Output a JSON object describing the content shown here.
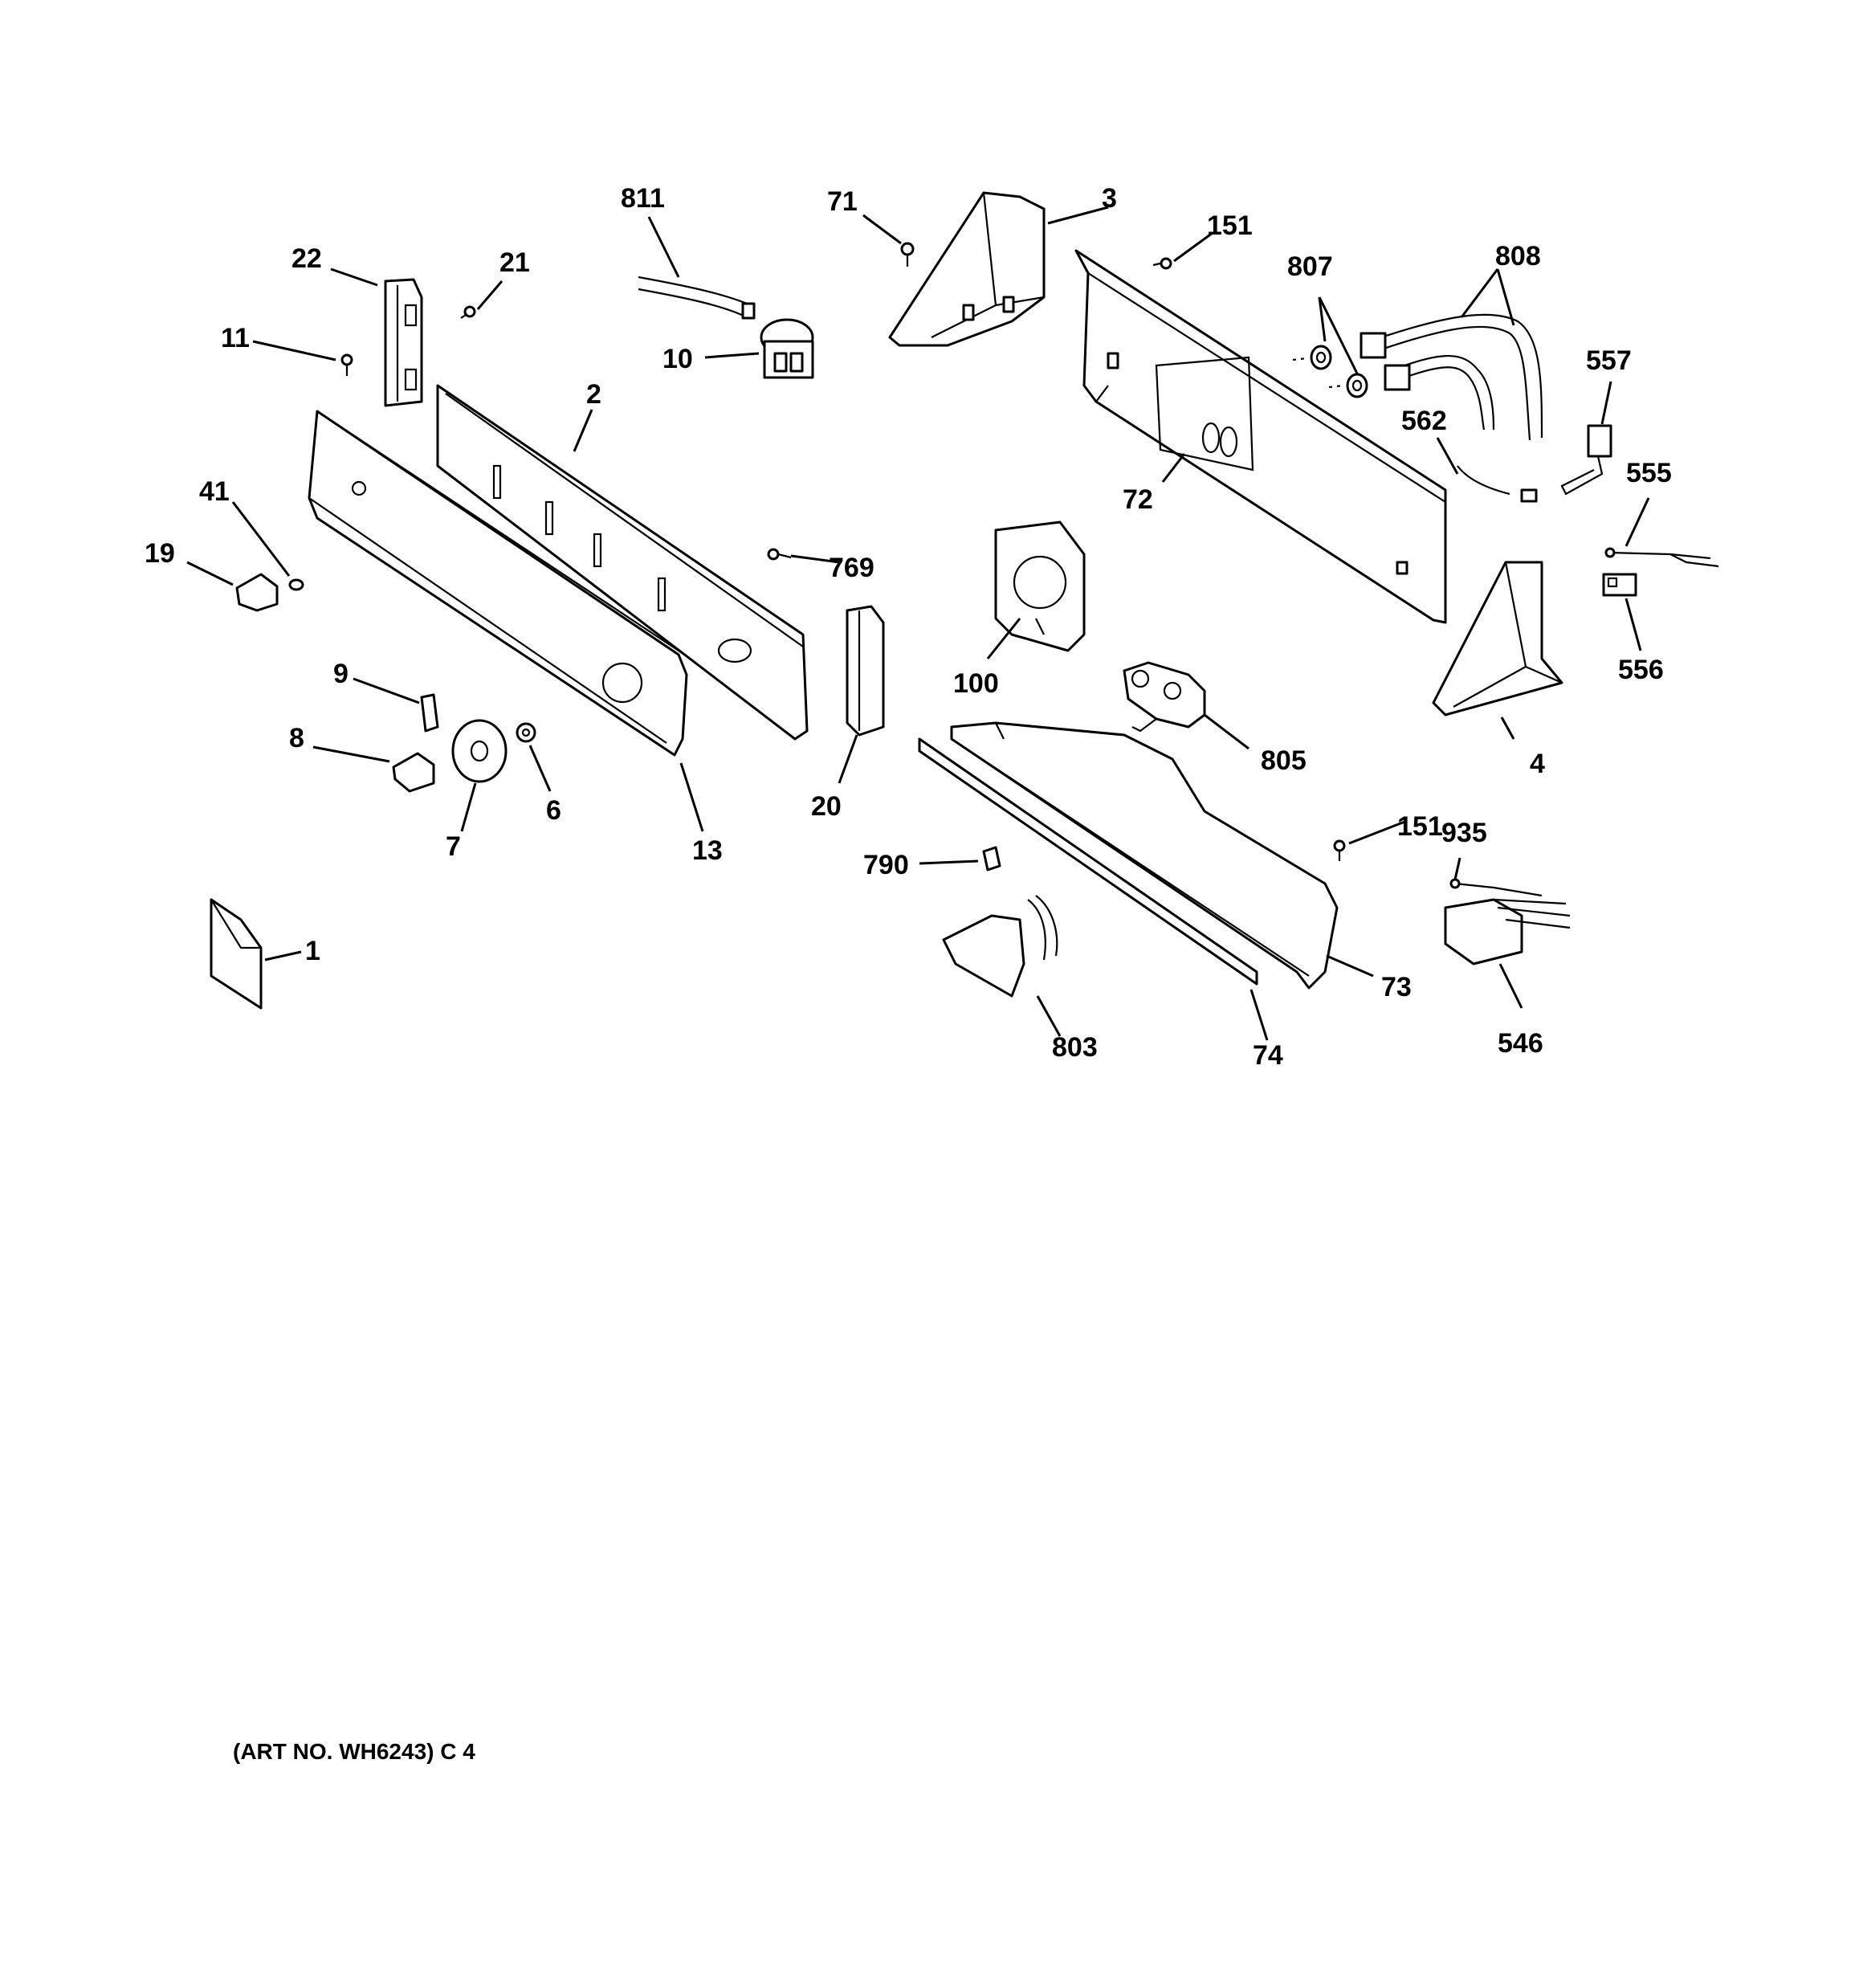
{
  "caption": "(ART NO. WH6243) C 4",
  "callouts": {
    "c811": "811",
    "c71": "71",
    "c3": "3",
    "c151a": "151",
    "c807": "807",
    "c808": "808",
    "c22": "22",
    "c21": "21",
    "c11": "11",
    "c10": "10",
    "c2": "2",
    "c557": "557",
    "c562": "562",
    "c72": "72",
    "c555": "555",
    "c41": "41",
    "c19": "19",
    "c769": "769",
    "c556": "556",
    "c100": "100",
    "c9": "9",
    "c805": "805",
    "c4": "4",
    "c8": "8",
    "c20": "20",
    "c6": "6",
    "c7": "7",
    "c13": "13",
    "c151b": "151",
    "c935": "935",
    "c790": "790",
    "c1": "1",
    "c73": "73",
    "c546": "546",
    "c803": "803",
    "c74": "74"
  }
}
